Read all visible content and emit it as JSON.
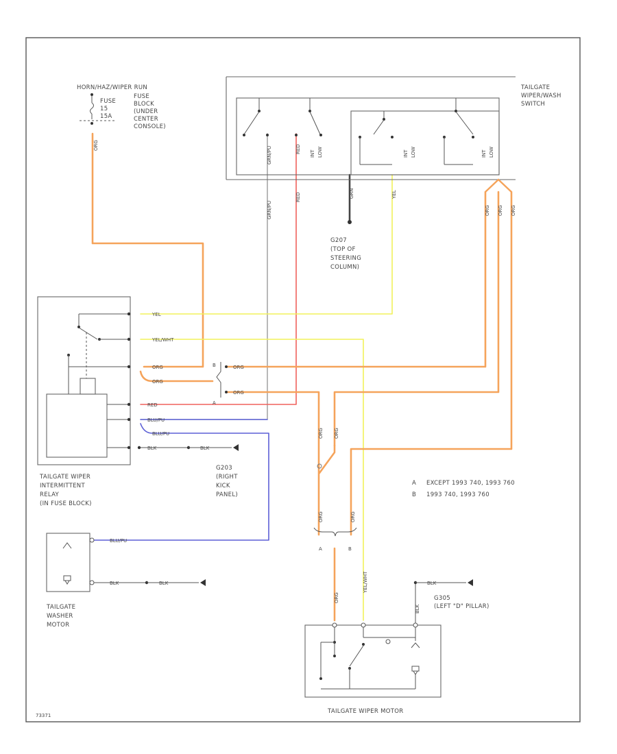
{
  "fuse": {
    "label_lines": [
      "HORN/HAZ/WIPER RUN",
      "FUSE",
      "15",
      "15A"
    ],
    "block_lines": [
      "FUSE",
      "BLOCK",
      "(UNDER",
      "CENTER",
      "CONSOLE)"
    ]
  },
  "switch": {
    "label_lines": [
      "TAILGATE",
      "WIPER/WASH",
      "SWITCH"
    ]
  },
  "ground_steering": {
    "label_lines": [
      "G207",
      "(TOP OF",
      "STEERING",
      "COLUMN)"
    ]
  },
  "relay": {
    "label_lines": [
      "TAILGATE WIPER",
      "INTERMITTENT",
      "RELAY",
      "(IN FUSE BLOCK)"
    ]
  },
  "ground_kick": {
    "label_lines": [
      "G203",
      "(RIGHT",
      "KICK",
      "PANEL)"
    ]
  },
  "washer": {
    "label_lines": [
      "TAILGATE",
      "WASHER",
      "MOTOR"
    ]
  },
  "ground_pillar": {
    "label_lines": [
      "G305",
      "(LEFT \"D\" PILLAR)"
    ]
  },
  "wiper_motor": {
    "label": "TAILGATE WIPER MOTOR"
  },
  "notes": [
    {
      "key": "A",
      "text": "EXCEPT 1993 740, 1993 760"
    },
    {
      "key": "B",
      "text": "1993 740, 1993 760"
    }
  ],
  "splice": {
    "a": "A",
    "b": "B"
  },
  "wires": {
    "fuse_out": "ORG",
    "sw_grnpu": "GRN/PU",
    "sw_red": "RED",
    "sw_grn": "GRN",
    "sw_yel": "YEL",
    "sw_org1": "ORG",
    "sw_org2": "ORG",
    "sw_org3": "ORG",
    "relay_yel": "YEL",
    "relay_yelwht": "YEL/WHT",
    "relay_org1": "ORG",
    "relay_org2": "ORG",
    "relay_red": "RED",
    "relay_blupu1": "BLU/PU",
    "relay_blupu2": "BLU/PU",
    "relay_blk1": "BLK",
    "relay_blk2": "BLK",
    "c_org_a": "ORG",
    "c_org_b": "ORG",
    "vert_org1": "ORG",
    "vert_org2": "ORG",
    "vert_org3": "ORG",
    "vert_org4": "ORG",
    "wash_blupu": "BLU/PU",
    "wash_blk1": "BLK",
    "wash_blk2": "BLK",
    "motor_org": "ORG",
    "motor_yelwht": "YEL/WHT",
    "pillar_blk1": "BLK",
    "pillar_blk2": "BLK"
  },
  "sw_pin_labels": [
    "INT",
    "LOW",
    "INT",
    "LOW",
    "INT",
    "LOW"
  ],
  "code": "73371",
  "colors": {
    "orange": "#f5a35a",
    "yellow": "#f2f25a",
    "red": "#f0605c",
    "blue": "#5b5fd6",
    "gray": "#8a8a8a"
  }
}
